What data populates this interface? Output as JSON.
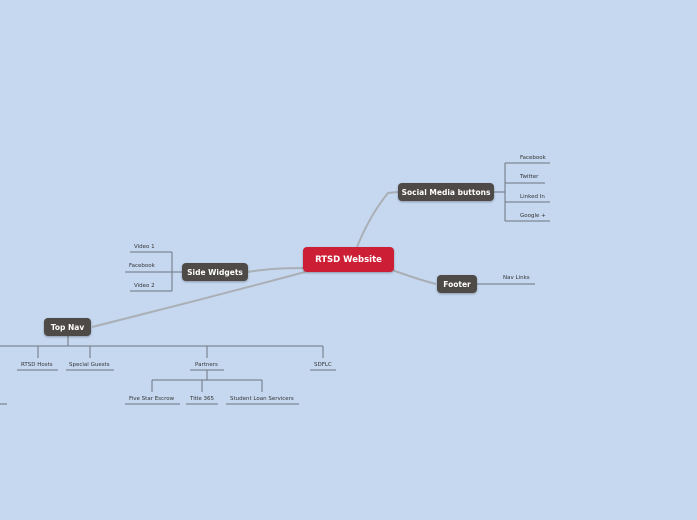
{
  "colors": {
    "background": "#c6d8f0",
    "central": "#cc1f36",
    "main": "#4d4a47",
    "line": "#6b7580"
  },
  "central": {
    "label": "RTSD Website"
  },
  "topics": {
    "social": {
      "label": "Social Media buttons",
      "children": [
        "Facebook",
        "Twitter",
        "Linked In",
        "Google +"
      ]
    },
    "footer": {
      "label": "Footer",
      "children": [
        "Nav Links"
      ]
    },
    "side": {
      "label": "Side Widgets",
      "children": [
        "Video 1",
        "Facebook",
        "Video 2"
      ]
    },
    "topnav": {
      "label": "Top Nav",
      "children": [
        "RTSD Hosts",
        "Special Guests",
        "Partners",
        "SDFLC"
      ],
      "partners_children": [
        "Five Star Escrow",
        "Title 365",
        "Student Loan Servicers"
      ]
    }
  }
}
